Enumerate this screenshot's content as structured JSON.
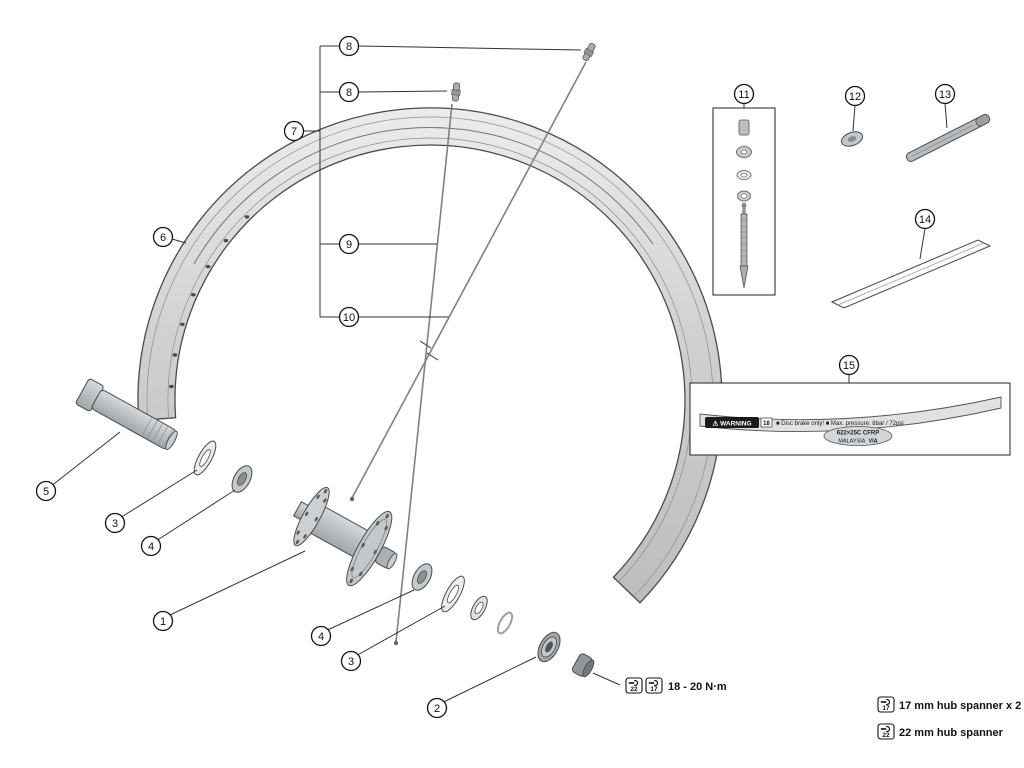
{
  "callouts": {
    "1": "1",
    "2": "2",
    "3": "3",
    "4": "4",
    "5": "5",
    "6": "6",
    "7": "7",
    "8": "8",
    "9": "9",
    "10": "10",
    "11": "11",
    "12": "12",
    "13": "13",
    "14": "14",
    "15": "15"
  },
  "torque_note": {
    "tool_left": "22",
    "tool_right": "17",
    "torque": "18 - 20 N·m"
  },
  "legend": {
    "spanner17": {
      "tool": "17",
      "label": "17 mm hub spanner x 2"
    },
    "spanner22": {
      "tool": "22",
      "label": "22 mm hub spanner"
    }
  },
  "rim_label": {
    "warning_title": "⚠ WARNING",
    "warning_code": "18",
    "warning_text": "■ Disc brake only!  ■ Max. pressure: 8bar / 72psi",
    "spec": "622×25C CFRP",
    "origin": "MALAYSIA",
    "brand": "VIA"
  },
  "colors": {
    "line": "#333333",
    "rim_fill": "#d9d9d9",
    "part_fill": "#b5babd",
    "background": "#ffffff"
  }
}
